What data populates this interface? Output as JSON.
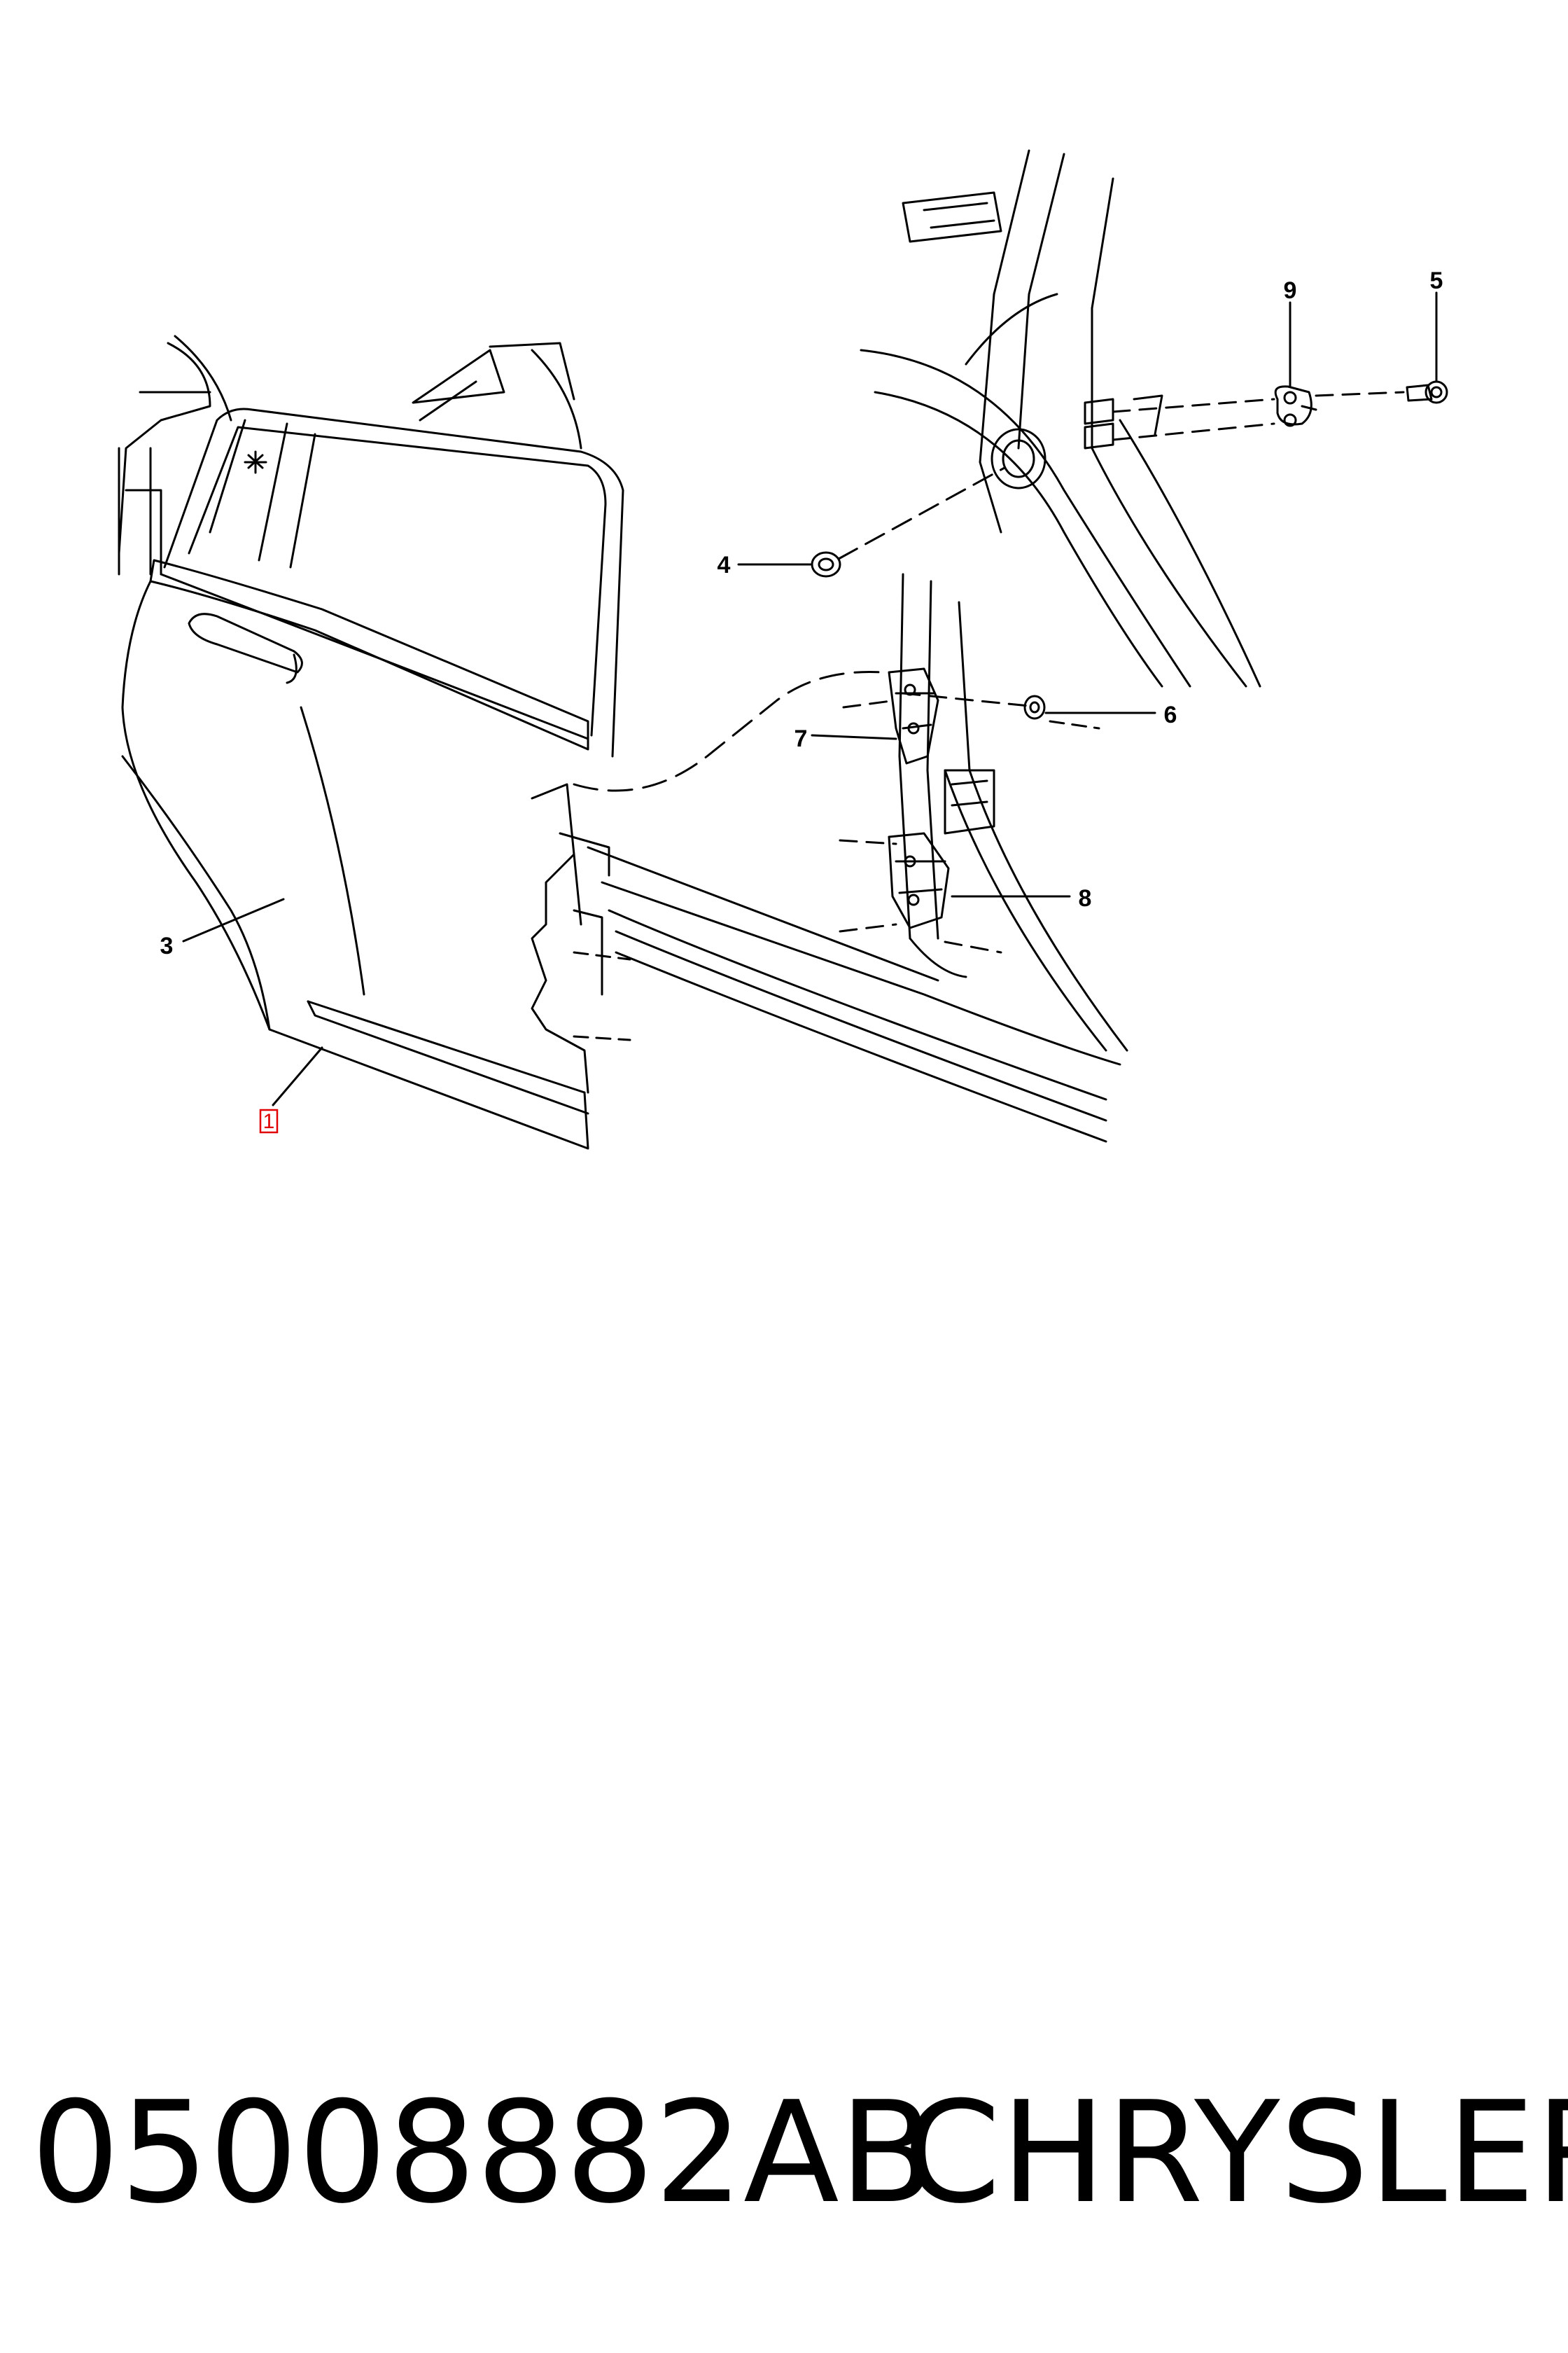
{
  "callouts": [
    {
      "id": "1",
      "label": "1",
      "boxed": true
    },
    {
      "id": "3",
      "label": "3"
    },
    {
      "id": "4",
      "label": "4"
    },
    {
      "id": "5",
      "label": "5"
    },
    {
      "id": "6",
      "label": "6"
    },
    {
      "id": "7",
      "label": "7"
    },
    {
      "id": "8",
      "label": "8"
    },
    {
      "id": "9",
      "label": "9"
    }
  ],
  "caption": {
    "part_number": "05008882AB",
    "brand": "CHRYSLER"
  },
  "colors": {
    "line": "#000000",
    "highlight_box": "#e00000",
    "background": "#ffffff"
  }
}
